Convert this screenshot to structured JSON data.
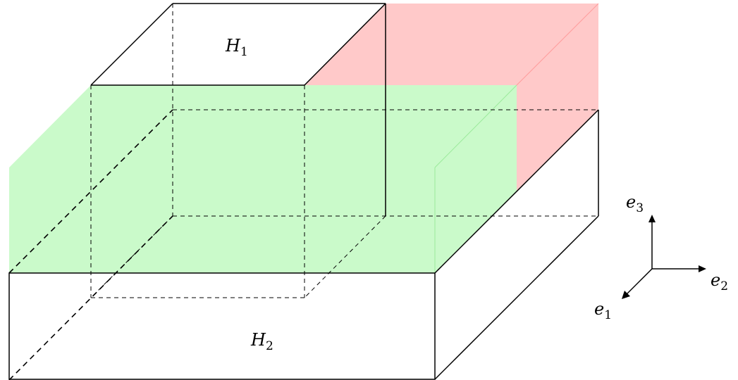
{
  "diagram": {
    "labels": {
      "h1_letter": "H",
      "h1_sub": "1",
      "h2_letter": "H",
      "h2_sub": "2"
    },
    "axes": {
      "e1_letter": "e",
      "e1_sub": "1",
      "e2_letter": "e",
      "e2_sub": "2",
      "e3_letter": "e",
      "e3_sub": "3"
    },
    "colors": {
      "green_plane": "#9ef59e",
      "red_plane": "#ff9c9c",
      "edge": "#000000"
    }
  }
}
